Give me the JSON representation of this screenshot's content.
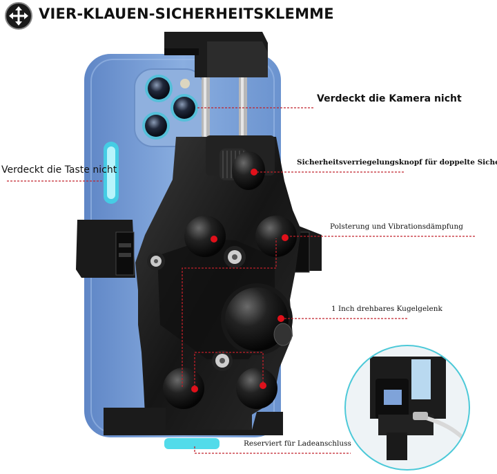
{
  "title": "VIER-KLAUEN-SICHERHEITSKLEMME",
  "title_icon": "four-direction-arrows-icon",
  "labels": {
    "camera": "Verdeckt die Kamera nicht",
    "button": "Verdeckt die Taste nicht",
    "lock_knob": "Sicherheitsverriegelungsknopf für doppelte Sicherheit",
    "padding": "Polsterung und Vibrationsdämpfung",
    "ball_joint": "1 Inch drehbares Kugelgelenk",
    "charging": "Reserviert für Ladeanschluss"
  },
  "colors": {
    "phone_case": "#7fa3d9",
    "mount_body": "#1a1a1a",
    "marker": "#e0101a",
    "leader_line": "#c0202a",
    "accent_cyan": "#3fd7e8"
  }
}
